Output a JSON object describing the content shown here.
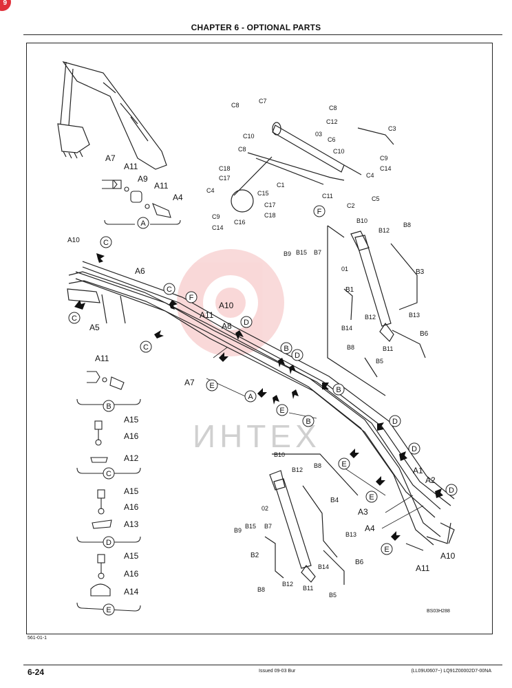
{
  "page": {
    "badge": "9",
    "chapter_title": "CHAPTER 6 - OPTIONAL PARTS",
    "figure_code": "BS03H288",
    "footer_ref": "561-01-1",
    "page_number": "6-24",
    "issued": "Issued 09-03   Bur",
    "doc_code": "(LL09U0607~)   LQ91Z00002D7-00NA",
    "watermark": "ИНТЕХ"
  },
  "detail_groups": {
    "A": "A",
    "B": "B",
    "C": "C",
    "D": "D",
    "E": "E",
    "F": "F"
  },
  "callouts": {
    "A1": "A1",
    "A2": "A2",
    "A3": "A3",
    "A4": "A4",
    "A5": "A5",
    "A6": "A6",
    "A7": "A7",
    "A8": "A8",
    "A9": "A9",
    "A10": "A10",
    "A11": "A11",
    "A12": "A12",
    "A13": "A13",
    "A14": "A14",
    "A15": "A15",
    "A16": "A16",
    "B1": "B1",
    "B2": "B2",
    "B3": "B3",
    "B4": "B4",
    "B5": "B5",
    "B6": "B6",
    "B7": "B7",
    "B8": "B8",
    "B9": "B9",
    "B10": "B10",
    "B11": "B11",
    "B12": "B12",
    "B13": "B13",
    "B14": "B14",
    "B15": "B15",
    "C1": "C1",
    "C2": "C2",
    "C3": "C3",
    "C4": "C4",
    "C5": "C5",
    "C6": "C6",
    "C7": "C7",
    "C8": "C8",
    "C9": "C9",
    "C10": "C10",
    "C11": "C11",
    "C12": "C12",
    "C14": "C14",
    "C15": "C15",
    "C16": "C16",
    "C17": "C17",
    "C18": "C18",
    "n01": "01",
    "n02": "02",
    "n03": "03"
  }
}
